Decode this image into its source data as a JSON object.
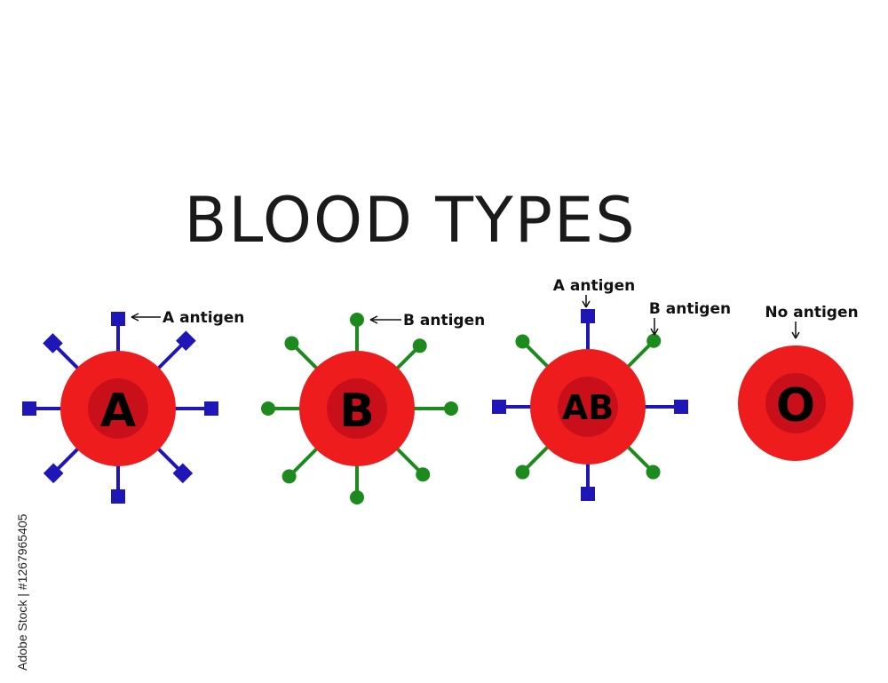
{
  "title": "BLOOD TYPES",
  "colors": {
    "cell_outer": "#ee1c1c",
    "cell_inner": "#c9101a",
    "a_antigen": "#1f16b8",
    "b_antigen": "#1d8a1d",
    "text": "#111111"
  },
  "cells": [
    {
      "type_label": "A",
      "antigens": "A",
      "annotation": "A antigen"
    },
    {
      "type_label": "B",
      "antigens": "B",
      "annotation": "B antigen"
    },
    {
      "type_label": "AB",
      "antigens": "AB",
      "annotation_a": "A antigen",
      "annotation_b": "B antigen"
    },
    {
      "type_label": "O",
      "antigens": "none",
      "annotation": "No antigen"
    }
  ],
  "watermark": "Adobe Stock | #1267965405"
}
